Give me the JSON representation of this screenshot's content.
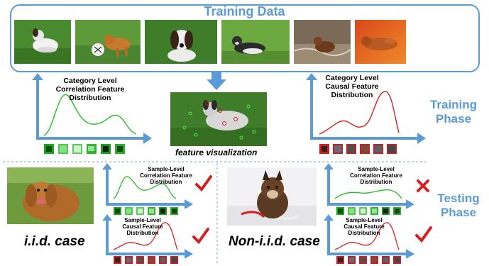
{
  "training_data": {
    "title": "Training Data"
  },
  "panels": {
    "category_correlation": "Category Level Correlation Feature Distribution",
    "category_causal": "Category Level Causal Feature Distribution",
    "feature_visualization": "feature visualization",
    "sample_correlation": "Sample-Level Correlation Feature Distribution",
    "sample_causal": "Sample-Level Causal Feature Distribution"
  },
  "phases": {
    "training": "Training Phase",
    "testing": "Testing Phase"
  },
  "cases": {
    "iid": "i.i.d. case",
    "non_iid": "Non-i.i.d. case"
  },
  "colors": {
    "accent_blue": "#5b9bd5",
    "correlation_green": "#22c022",
    "causal_red": "#d42020",
    "check_red": "#d42020"
  },
  "icons": {
    "check": "checkmark-icon",
    "cross": "cross-icon"
  }
}
